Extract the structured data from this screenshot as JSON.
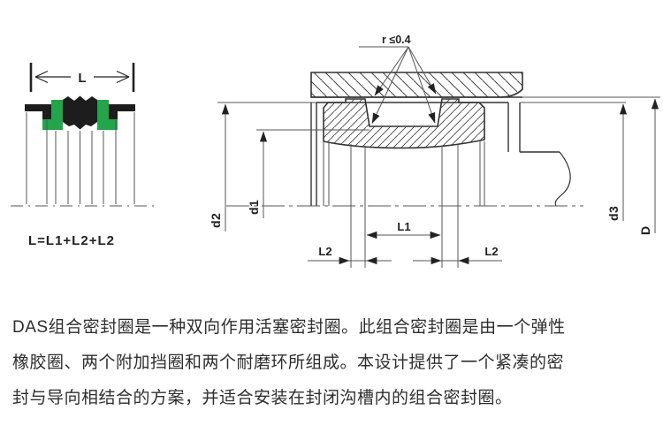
{
  "figure_left": {
    "dim_label": "L",
    "formula": "L=L1+L2+L2",
    "colors": {
      "seal_black": "#1d1d1d",
      "wear_ring_green": "#23a54b"
    }
  },
  "figure_main": {
    "radius_note": "r ≤0.4",
    "dims": {
      "d1": "d1",
      "d2": "d2",
      "d3": "d3",
      "D": "D",
      "L1": "L1",
      "L2_left": "L2",
      "L2_right": "L2"
    }
  },
  "description": {
    "line1": "DAS组合密封圈是一种双向作用活塞密封圈。此组合密封圈是由一个弹性",
    "line2": "橡胶圈、两个附加挡圈和两个耐磨环所组成。本设计提供了一个紧凑的密",
    "line3": "封与导向相结合的方案，并适合安装在封闭沟槽内的组合密封圈。"
  }
}
